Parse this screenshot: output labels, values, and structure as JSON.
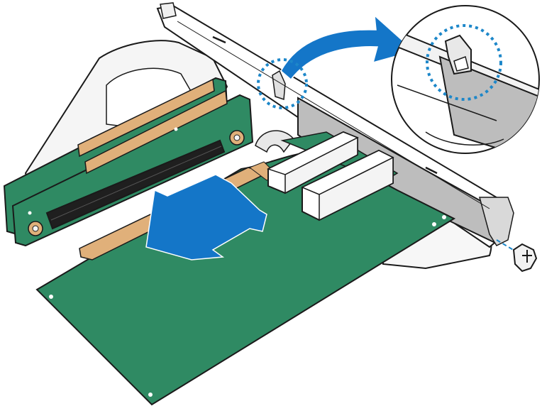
{
  "illustration": {
    "kind": "installation-diagram",
    "parts": [
      "riser-card-bracket",
      "riser-card",
      "pcie-slot",
      "add-in-card",
      "card-connectors",
      "io-bracket",
      "screw",
      "insert-direction-arrow",
      "detail-callout-arrow",
      "bracket-tab-detail"
    ]
  },
  "colors": {
    "outline": "#1a1a1a",
    "pcb_green": "#2f8a63",
    "pcb_green_dark": "#23704f",
    "gold_fingers": "#e0b07a",
    "slot_black": "#1f1f1f",
    "bracket_gray": "#bdbdbd",
    "metal_light": "#f2f2f2",
    "connector_white": "#ffffff",
    "arrow_blue": "#1476c8",
    "callout_dots": "#1d87c9"
  }
}
